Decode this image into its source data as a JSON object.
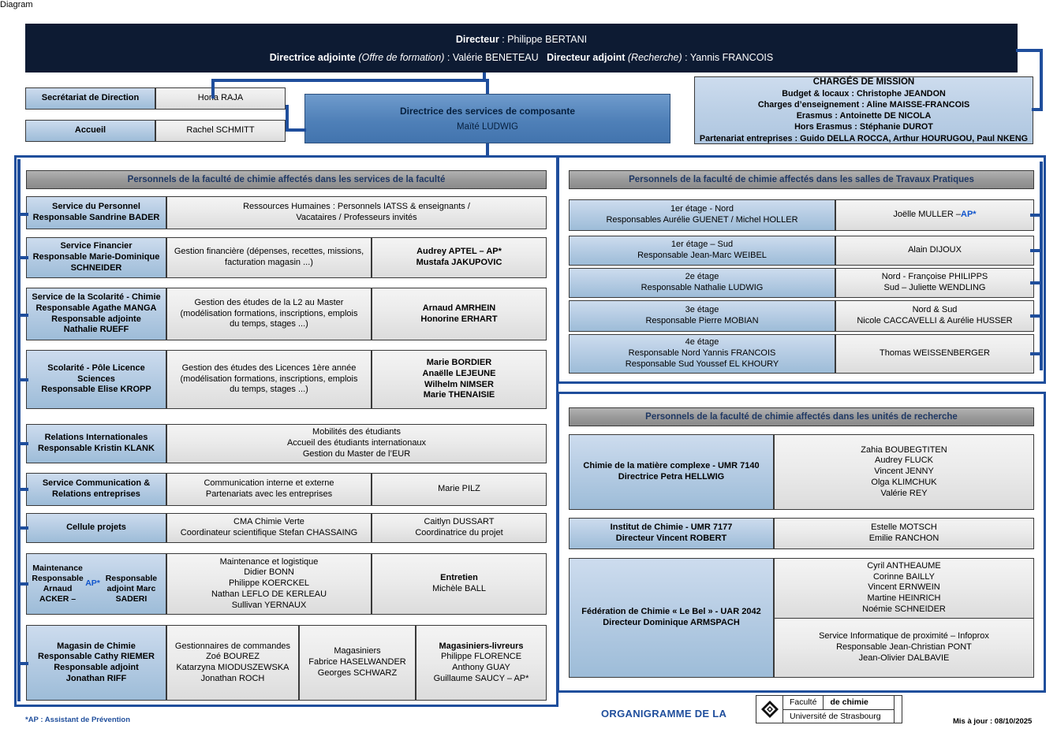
{
  "header": {
    "director_label": "Directeur",
    "director_name": "Philippe BERTANI",
    "deputy_f_label": "Directrice adjointe",
    "deputy_f_scope": "(Offre de formation)",
    "deputy_f_name": "Valérie BENETEAU",
    "deputy_m_label": "Directeur adjoint",
    "deputy_m_scope": "(Recherche)",
    "deputy_m_name": "Yannis FRANCOIS",
    "sep": " : "
  },
  "secretariat": {
    "label": "Secrétariat de Direction",
    "value": "Horia RAJA"
  },
  "accueil": {
    "label": "Accueil",
    "value": "Rachel SCHMITT"
  },
  "directrice_services": {
    "title": "Directrice des services de composante",
    "name": "Maïté LUDWIG"
  },
  "charges_mission": {
    "heading": "CHARGÉS DE MISSION",
    "lines": [
      "Budget & locaux  : Christophe JEANDON",
      "Charges d’enseignement  : Aline MAISSE-FRANCOIS",
      "Erasmus : Antoinette DE NICOLA",
      "Hors Erasmus : Stéphanie DUROT",
      "Partenariat entreprises  : Guido DELLA ROCCA, Arthur HOURUGOU, Paul NKENG"
    ]
  },
  "panels": {
    "services_title": "Personnels de la faculté de chimie affectés dans les services de la faculté",
    "tp_title": "Personnels de la faculté de chimie affectés dans les salles de Travaux Pratiques",
    "research_title": "Personnels de la faculté de chimie affectés dans les unités de recherche"
  },
  "services_rows": [
    {
      "name": "Service du Personnel\nResponsable Sandrine BADER",
      "mission": "Ressources Humaines :  Personnels IATSS & enseignants /\nVacataires / Professeurs invités",
      "people": ""
    },
    {
      "name": "Service Financier\nResponsable Marie-Dominique\nSCHNEIDER",
      "mission": "Gestion financière (dépenses, recettes, missions,\nfacturation magasin ...)",
      "people_lines": [
        "Audrey APTEL – AP*",
        "Mustafa JAKUPOVIC"
      ]
    },
    {
      "name": "Service de la Scolarité - Chimie\nResponsable Agathe MANGA\nResponsable adjointe\nNathalie RUEFF",
      "mission": "Gestion des études de la L2 au Master\n(modélisation formations, inscriptions, emplois\ndu temps, stages ...)",
      "people_lines": [
        "Arnaud AMRHEIN",
        "Honorine ERHART"
      ]
    },
    {
      "name": "Scolarité - Pôle Licence Sciences\nResponsable Elise KROPP",
      "mission": "Gestion des études des Licences 1ère année\n(modélisation formations, inscriptions, emplois\ndu temps, stages ...)",
      "people_lines": [
        "Marie BORDIER",
        "Anaëlle LEJEUNE",
        "Wilhelm NIMSER",
        "Marie THENAISIE"
      ]
    },
    {
      "name": "Relations Internationales\nResponsable Kristin KLANK",
      "mission": "Mobilités des étudiants\nAccueil des étudiants internationaux\nGestion du Master de l’EUR",
      "people": ""
    },
    {
      "name": "Service Communication &\nRelations entreprises",
      "mission": "Communication interne et externe\nPartenariats avec les entreprises",
      "people_lines": [
        "Marie PILZ"
      ]
    },
    {
      "name": "Cellule projets",
      "mission": "CMA Chimie Verte\nCoordinateur scientifique Stefan CHASSAING",
      "people_lines": [
        "Caitlyn DUSSART",
        "Coordinatrice du projet"
      ]
    },
    {
      "name": "Maintenance\nResponsable Arnaud ACKER – AP*\nResponsable adjoint Marc SADERI",
      "mission": "Maintenance et logistique\nDidier BONN\nPhilippe KOERCKEL\nNathan LEFLO DE KERLEAU\nSullivan YERNAUX",
      "people_lines": [
        "Entretien",
        "Michèle BALL"
      ]
    }
  ],
  "magasin": {
    "name": "Magasin de Chimie\nResponsable Cathy RIEMER\nResponsable adjoint\nJonathan RIFF",
    "col2": "Gestionnaires de commandes\nZoé BOUREZ\nKatarzyna MIODUSZEWSKA\nJonathan ROCH",
    "col3": "Magasiniers\nFabrice HASELWANDER\nGeorges SCHWARZ",
    "col4_lines": [
      "Magasiniers-livreurs",
      "Philippe FLORENCE",
      "Anthony GUAY",
      "Guillaume SAUCY – AP*"
    ]
  },
  "tp_rows": [
    {
      "floor": "1er étage - Nord\nResponsables Aurélie GUENET / Michel HOLLER",
      "people_lines": [
        "Joëlle MULLER – AP*"
      ]
    },
    {
      "floor": "1er étage – Sud\nResponsable Jean-Marc WEIBEL",
      "people_lines": [
        "Alain DIJOUX"
      ]
    },
    {
      "floor": "2e étage\nResponsable Nathalie LUDWIG",
      "people_lines": [
        "Nord - Françoise PHILIPPS",
        "Sud – Juliette WENDLING"
      ]
    },
    {
      "floor": "3e étage\nResponsable Pierre MOBIAN",
      "people_lines": [
        "Nord & Sud",
        "Nicole CACCAVELLI & Aurélie HUSSER"
      ]
    },
    {
      "floor": "4e étage\nResponsable Nord Yannis FRANCOIS\nResponsable Sud Youssef EL KHOURY",
      "people_lines": [
        "Thomas WEISSENBERGER"
      ]
    }
  ],
  "research_rows": [
    {
      "unit": "Chimie de la matière complexe - UMR 7140\nDirectrice Petra HELLWIG",
      "people": "Zahia BOUBEGTITEN\nAudrey FLUCK\nVincent JENNY\nOlga KLIMCHUK\nValérie REY"
    },
    {
      "unit": "Institut de Chimie - UMR 7177\nDirecteur Vincent ROBERT",
      "people": "Estelle MOTSCH\nEmilie RANCHON"
    }
  ],
  "federation": {
    "unit": "Fédération de Chimie « Le Bel » - UAR 2042\nDirecteur Dominique ARMSPACH",
    "people_top": "Cyril ANTHEAUME\nCorinne BAILLY\nVincent ERNWEIN\nMartine HEINRICH\nNoémie SCHNEIDER",
    "people_bottom": "Service Informatique de proximité – Infoprox\nResponsable Jean-Christian PONT\nJean-Olivier DALBAVIE"
  },
  "footer": {
    "ap_legend": "*AP : Assistant de Prévention",
    "organigramme": "ORGANIGRAMME DE LA",
    "logo_faculte": "Faculté",
    "logo_dechimie": "de chimie",
    "logo_university": "Université de Strasbourg",
    "updated": "Mis à jour : 08/10/2025"
  },
  "colors": {
    "banner": "#0d1b33",
    "accent_blue": "#1f4e9c",
    "ap_blue": "#1155cc",
    "title_grey": "#9a9a9a",
    "cell_blue": "#b7cde4"
  }
}
